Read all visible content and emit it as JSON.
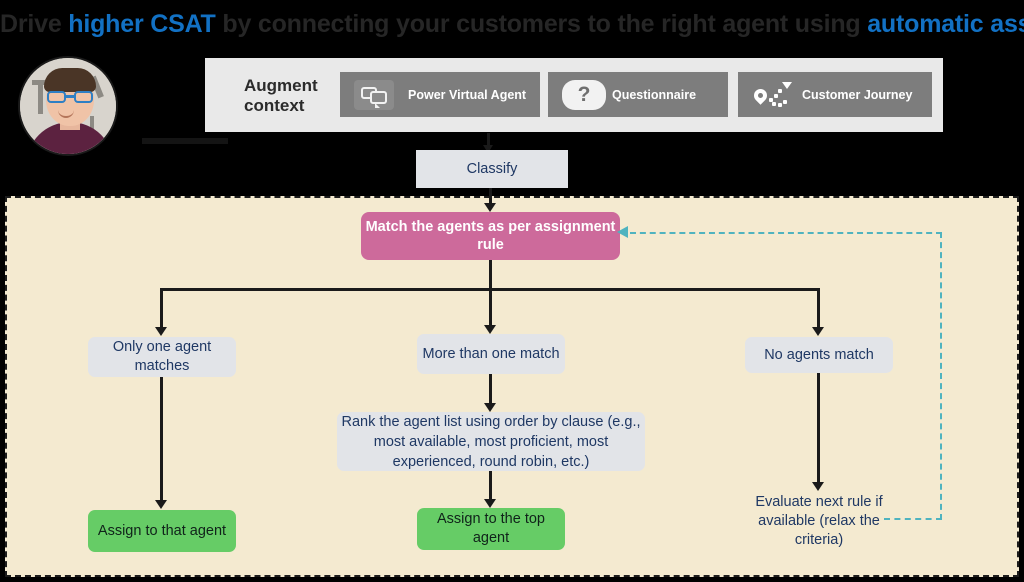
{
  "title": {
    "part1": "Drive",
    "part2": "higher CSAT",
    "part3": "by connecting your customers to the right agent using",
    "part4": "automatic assignment.",
    "accent_color": "#1271c4",
    "dark_color": "#262626"
  },
  "presenter": {
    "name": "",
    "avatar_alt": "presenter-photo"
  },
  "augment_context": {
    "label_line1": "Augment",
    "label_line2": "context",
    "buttons": [
      {
        "label": "Power Virtual Agent",
        "icon": "chat-bubble-icon"
      },
      {
        "label": "Questionnaire",
        "icon": "question-mark-icon"
      },
      {
        "label": "Customer Journey",
        "icon": "journey-path-icon"
      }
    ]
  },
  "flow": {
    "classify": "Classify",
    "match_rule": "Match the agents as per assignment rule",
    "branches": {
      "one": "Only one agent matches",
      "many": "More than one match",
      "none": "No agents match"
    },
    "rank": "Rank the agent list using order by clause (e.g., most available, most proficient, most experienced, round robin, etc.)",
    "assign_that": "Assign to that agent",
    "assign_top": "Assign to the top agent",
    "evaluate_next": "Evaluate next rule if available (relax the criteria)"
  },
  "colors": {
    "panel_bg": "#f4ead0",
    "pink": "#cd6a9b",
    "green": "#66cc66",
    "light_box": "#e2e4e8",
    "teal": "#4fb3bf",
    "text_blue": "#1f3864"
  }
}
